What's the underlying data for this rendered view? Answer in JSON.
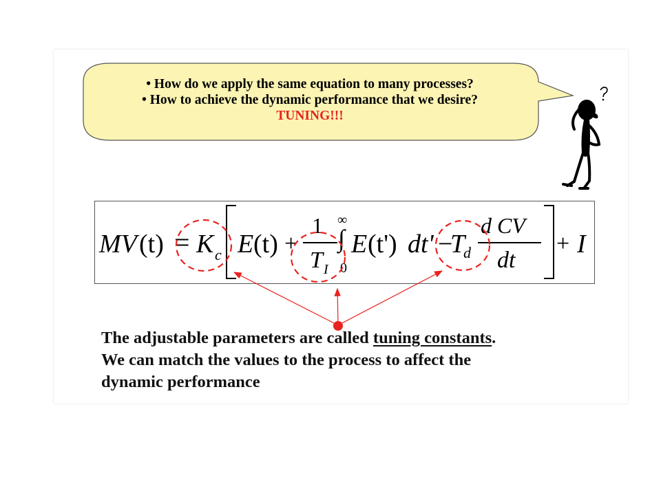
{
  "bubble": {
    "question1": "• How do we apply the same equation to many processes?",
    "question2": "• How to achieve the dynamic performance that we desire?",
    "answer": "TUNING!!!",
    "fill_color": "#fbf4b3",
    "answer_color": "#e8231f"
  },
  "equation": {
    "lhs": "MV",
    "lhs_arg": "(t)",
    "equals": "=",
    "gain": "K",
    "gain_sub": "c",
    "error_term": "E",
    "error_arg": "(t)",
    "plus1": "+",
    "frac_num": "1",
    "frac_den": "T",
    "frac_den_sub": "I",
    "int_upper": "∞",
    "int_lower": "0",
    "integral": "∫",
    "int_term": "E",
    "int_arg": "(t')",
    "int_diff": "dt'",
    "minus": "−",
    "deriv_gain": "T",
    "deriv_gain_sub": "d",
    "deriv_num": "d CV",
    "deriv_den": "dt",
    "plus2": "+",
    "bias": "I",
    "highlight_color": "#e8231f"
  },
  "caption": {
    "line1_prefix": "The adjustable parameters are called ",
    "line1_underlined": "tuning constants",
    "line1_suffix": ".",
    "line2": "We can match the values to the process to affect the",
    "line3": "dynamic performance"
  },
  "icons": [
    "thinking-person-icon",
    "question-mark-icon",
    "arrow-icon"
  ]
}
